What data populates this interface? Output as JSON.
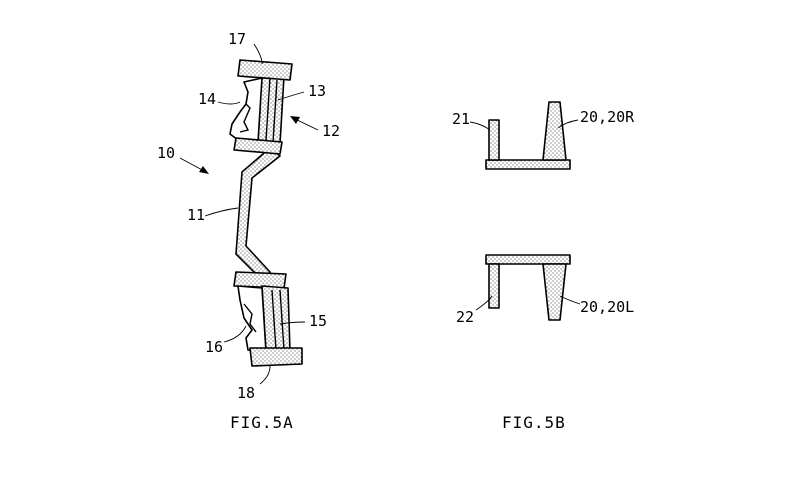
{
  "figures": [
    {
      "caption": "FIG.5A"
    },
    {
      "caption": "FIG.5B"
    }
  ],
  "labels": {
    "l17": "17",
    "l14": "14",
    "l13": "13",
    "l12": "12",
    "l10": "10",
    "l11": "11",
    "l15": "15",
    "l16": "16",
    "l18": "18",
    "l21": "21",
    "l20r": "20,20R",
    "l22": "22",
    "l20l": "20,20L"
  }
}
